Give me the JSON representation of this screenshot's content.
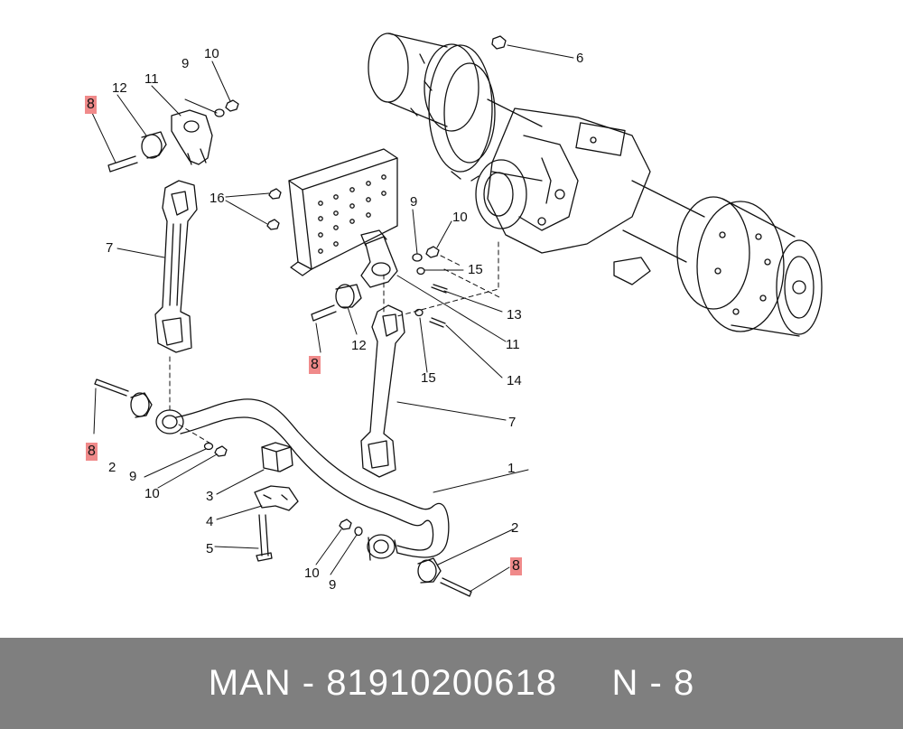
{
  "diagram": {
    "labels": {
      "l1": "1",
      "l2a": "2",
      "l2b": "2",
      "l3": "3",
      "l4": "4",
      "l5": "5",
      "l6": "6",
      "l7a": "7",
      "l7b": "7",
      "l8a": "8",
      "l8b": "8",
      "l8c": "8",
      "l8d": "8",
      "l9a": "9",
      "l9b": "9",
      "l9c": "9",
      "l9d": "9",
      "l10a": "10",
      "l10b": "10",
      "l10c": "10",
      "l10d": "10",
      "l11a": "11",
      "l11b": "11",
      "l12a": "12",
      "l12b": "12",
      "l13": "13",
      "l14": "14",
      "l15a": "15",
      "l15b": "15",
      "l16": "16"
    },
    "highlight_color": "#f08a8a"
  },
  "footer": {
    "text": "MAN - 81910200618     N - 8",
    "background": "#7f7f7f"
  }
}
